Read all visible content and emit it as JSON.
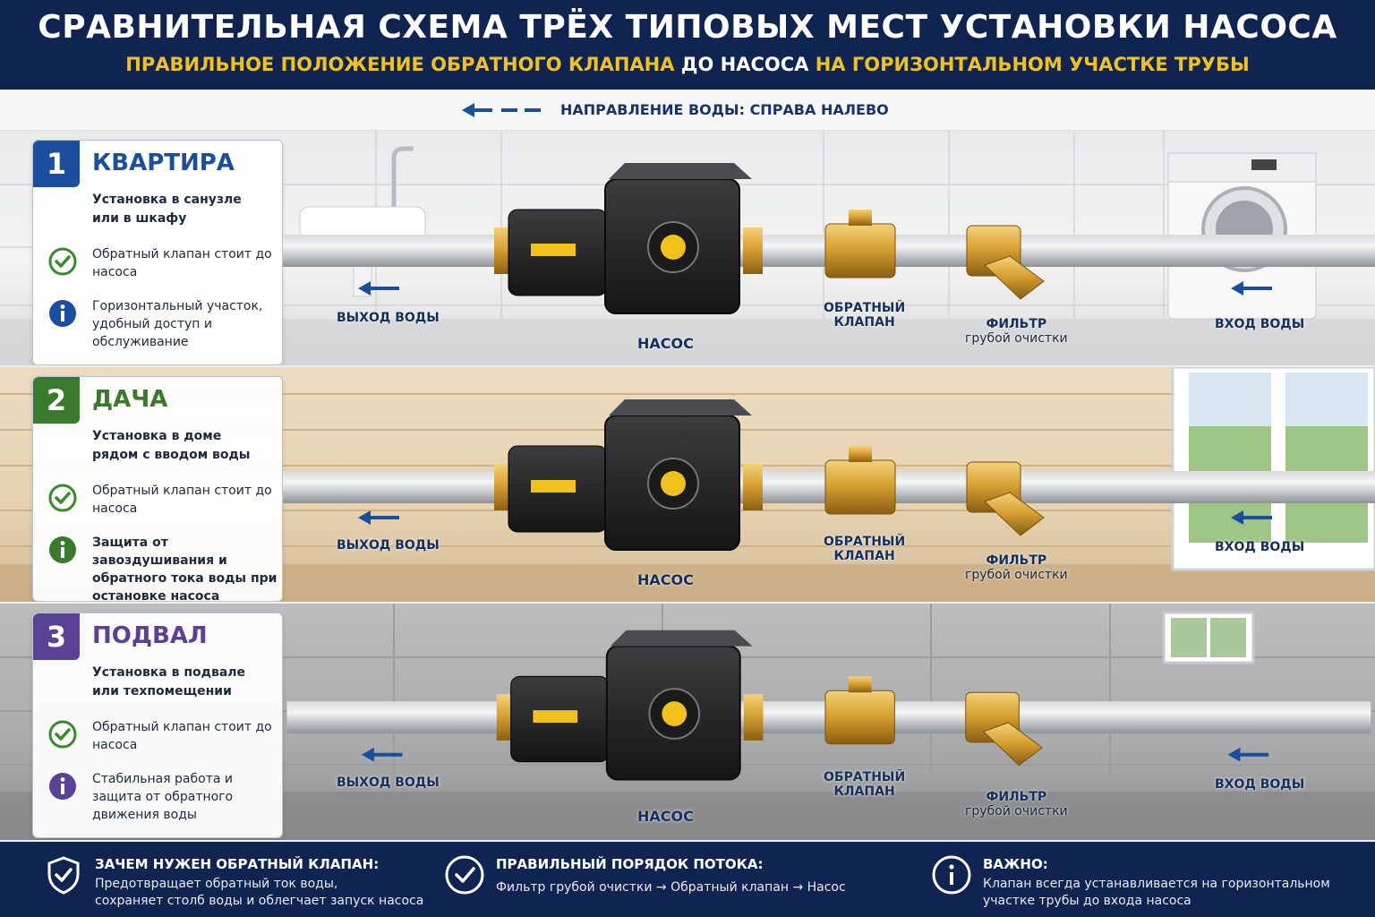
{
  "header": {
    "title": "СРАВНИТЕЛЬНАЯ СХЕМА ТРЁХ ТИПОВЫХ МЕСТ УСТАНОВКИ НАСОСА",
    "subtitle_part1": "ПРАВИЛЬНОЕ ПОЛОЖЕНИЕ ОБРАТНОГО КЛАПАНА ",
    "subtitle_part2": "ДО НАСОСА",
    "subtitle_part3": " НА ГОРИЗОНТАЛЬНОМ УЧАСТКЕ ТРУБЫ"
  },
  "direction": {
    "label": "НАПРАВЛЕНИЕ ВОДЫ: СПРАВА НАЛЕВО"
  },
  "colors": {
    "navy": "#0f2450",
    "yellow": "#f1c21b",
    "blue": "#1a4fa0",
    "green": "#3a7a2c",
    "purple": "#5b4196"
  },
  "labels": {
    "outlet": "ВЫХОД ВОДЫ",
    "inlet": "ВХОД ВОДЫ",
    "pump": "НАСОС",
    "valve_1": "ОБРАТНЫЙ",
    "valve_2": "КЛАПАН",
    "filter_1": "ФИЛЬТР",
    "filter_2": "грубой очистки"
  },
  "rows": [
    {
      "number": "1",
      "name": "КВАРТИРА",
      "place": "Установка в санузле или в шкафу",
      "check_text": "Обратный клапан стоит до насоса",
      "info_text": "Горизонтальный участок, удобный доступ и обслуживание",
      "accent": "#1a4fa0"
    },
    {
      "number": "2",
      "name": "ДАЧА",
      "place": "Установка в доме рядом с вводом воды",
      "check_text": "Обратный клапан стоит до насоса",
      "info_text": "Защита от завоздушивания и обратного тока воды при остановке насоса",
      "accent": "#3a7a2c"
    },
    {
      "number": "3",
      "name": "ПОДВАЛ",
      "place": "Установка в подвале или техпомещении",
      "check_text": "Обратный клапан стоит до насоса",
      "info_text": "Стабильная работа и защита от обратного движения воды",
      "accent": "#5b4196"
    }
  ],
  "footer": [
    {
      "icon": "shield-check-icon",
      "head": "ЗАЧЕМ НУЖЕН ОБРАТНЫЙ КЛАПАН:",
      "line1": "Предотвращает обратный ток воды,",
      "line2": "сохраняет столб воды и облегчает запуск насоса"
    },
    {
      "icon": "check-circle-icon",
      "head": "ПРАВИЛЬНЫЙ ПОРЯДОК ПОТОКА:",
      "line1": "Фильтр грубой очистки → Обратный клапан → Насос",
      "line2": ""
    },
    {
      "icon": "info-circle-icon",
      "head": "ВАЖНО:",
      "line1": "Клапан всегда устанавливается на горизонтальном",
      "line2": "участке трубы до входа насоса"
    }
  ]
}
